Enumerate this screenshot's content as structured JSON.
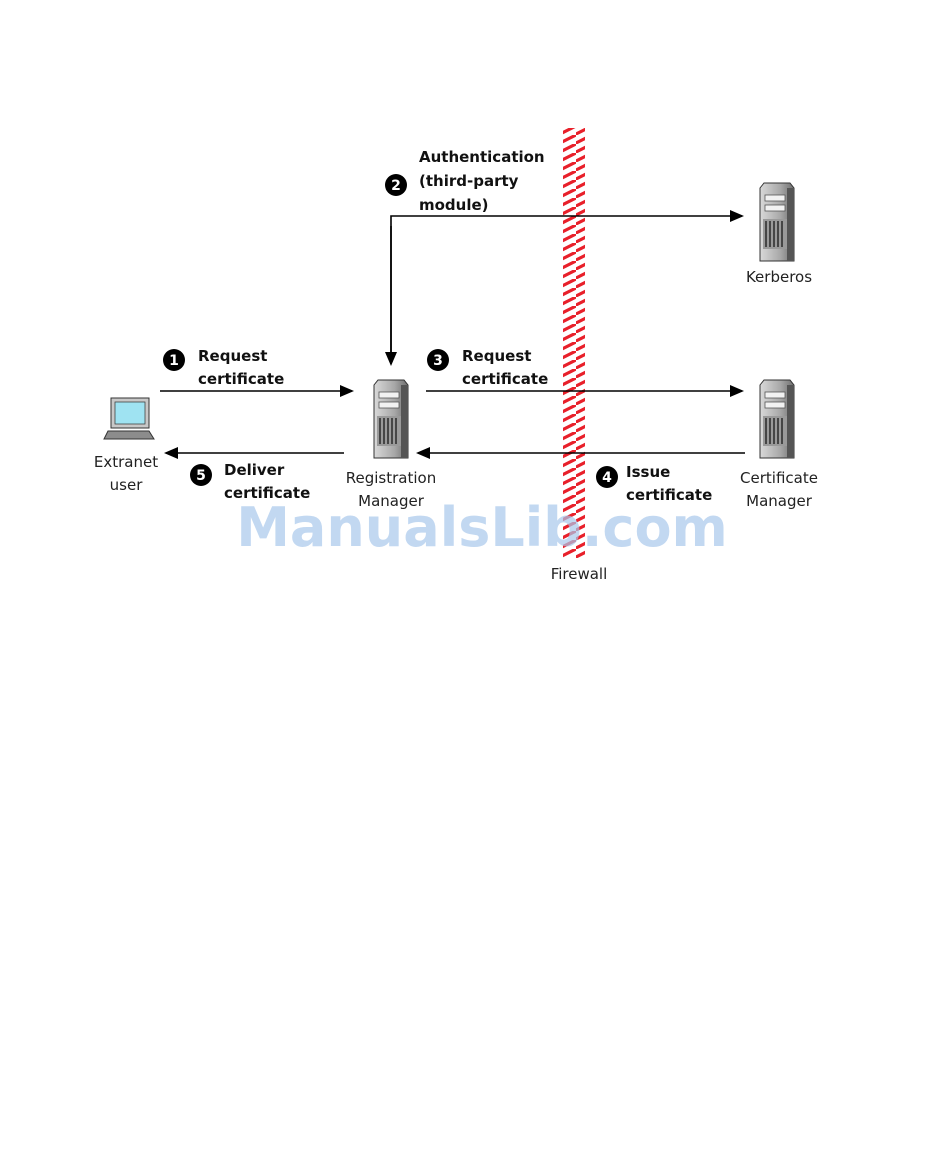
{
  "diagram": {
    "nodes": {
      "extranet_user": {
        "lines": [
          "Extranet",
          "user"
        ]
      },
      "registration_manager": {
        "lines": [
          "Registration",
          "Manager"
        ]
      },
      "kerberos": {
        "lines": [
          "Kerberos"
        ]
      },
      "certificate_manager": {
        "lines": [
          "Certificate",
          "Manager"
        ]
      },
      "firewall": {
        "lines": [
          "Firewall"
        ]
      }
    },
    "steps": [
      {
        "num": "1",
        "lines": [
          "Request",
          "certificate"
        ]
      },
      {
        "num": "2",
        "lines": [
          "Authentication",
          "(third-party",
          "module)"
        ]
      },
      {
        "num": "3",
        "lines": [
          "Request",
          "certificate"
        ]
      },
      {
        "num": "4",
        "lines": [
          "Issue",
          "certificate"
        ]
      },
      {
        "num": "5",
        "lines": [
          "Deliver",
          "certificate"
        ]
      }
    ],
    "firewall_color": "#e8202a"
  },
  "watermark": "ManualsLib.com"
}
